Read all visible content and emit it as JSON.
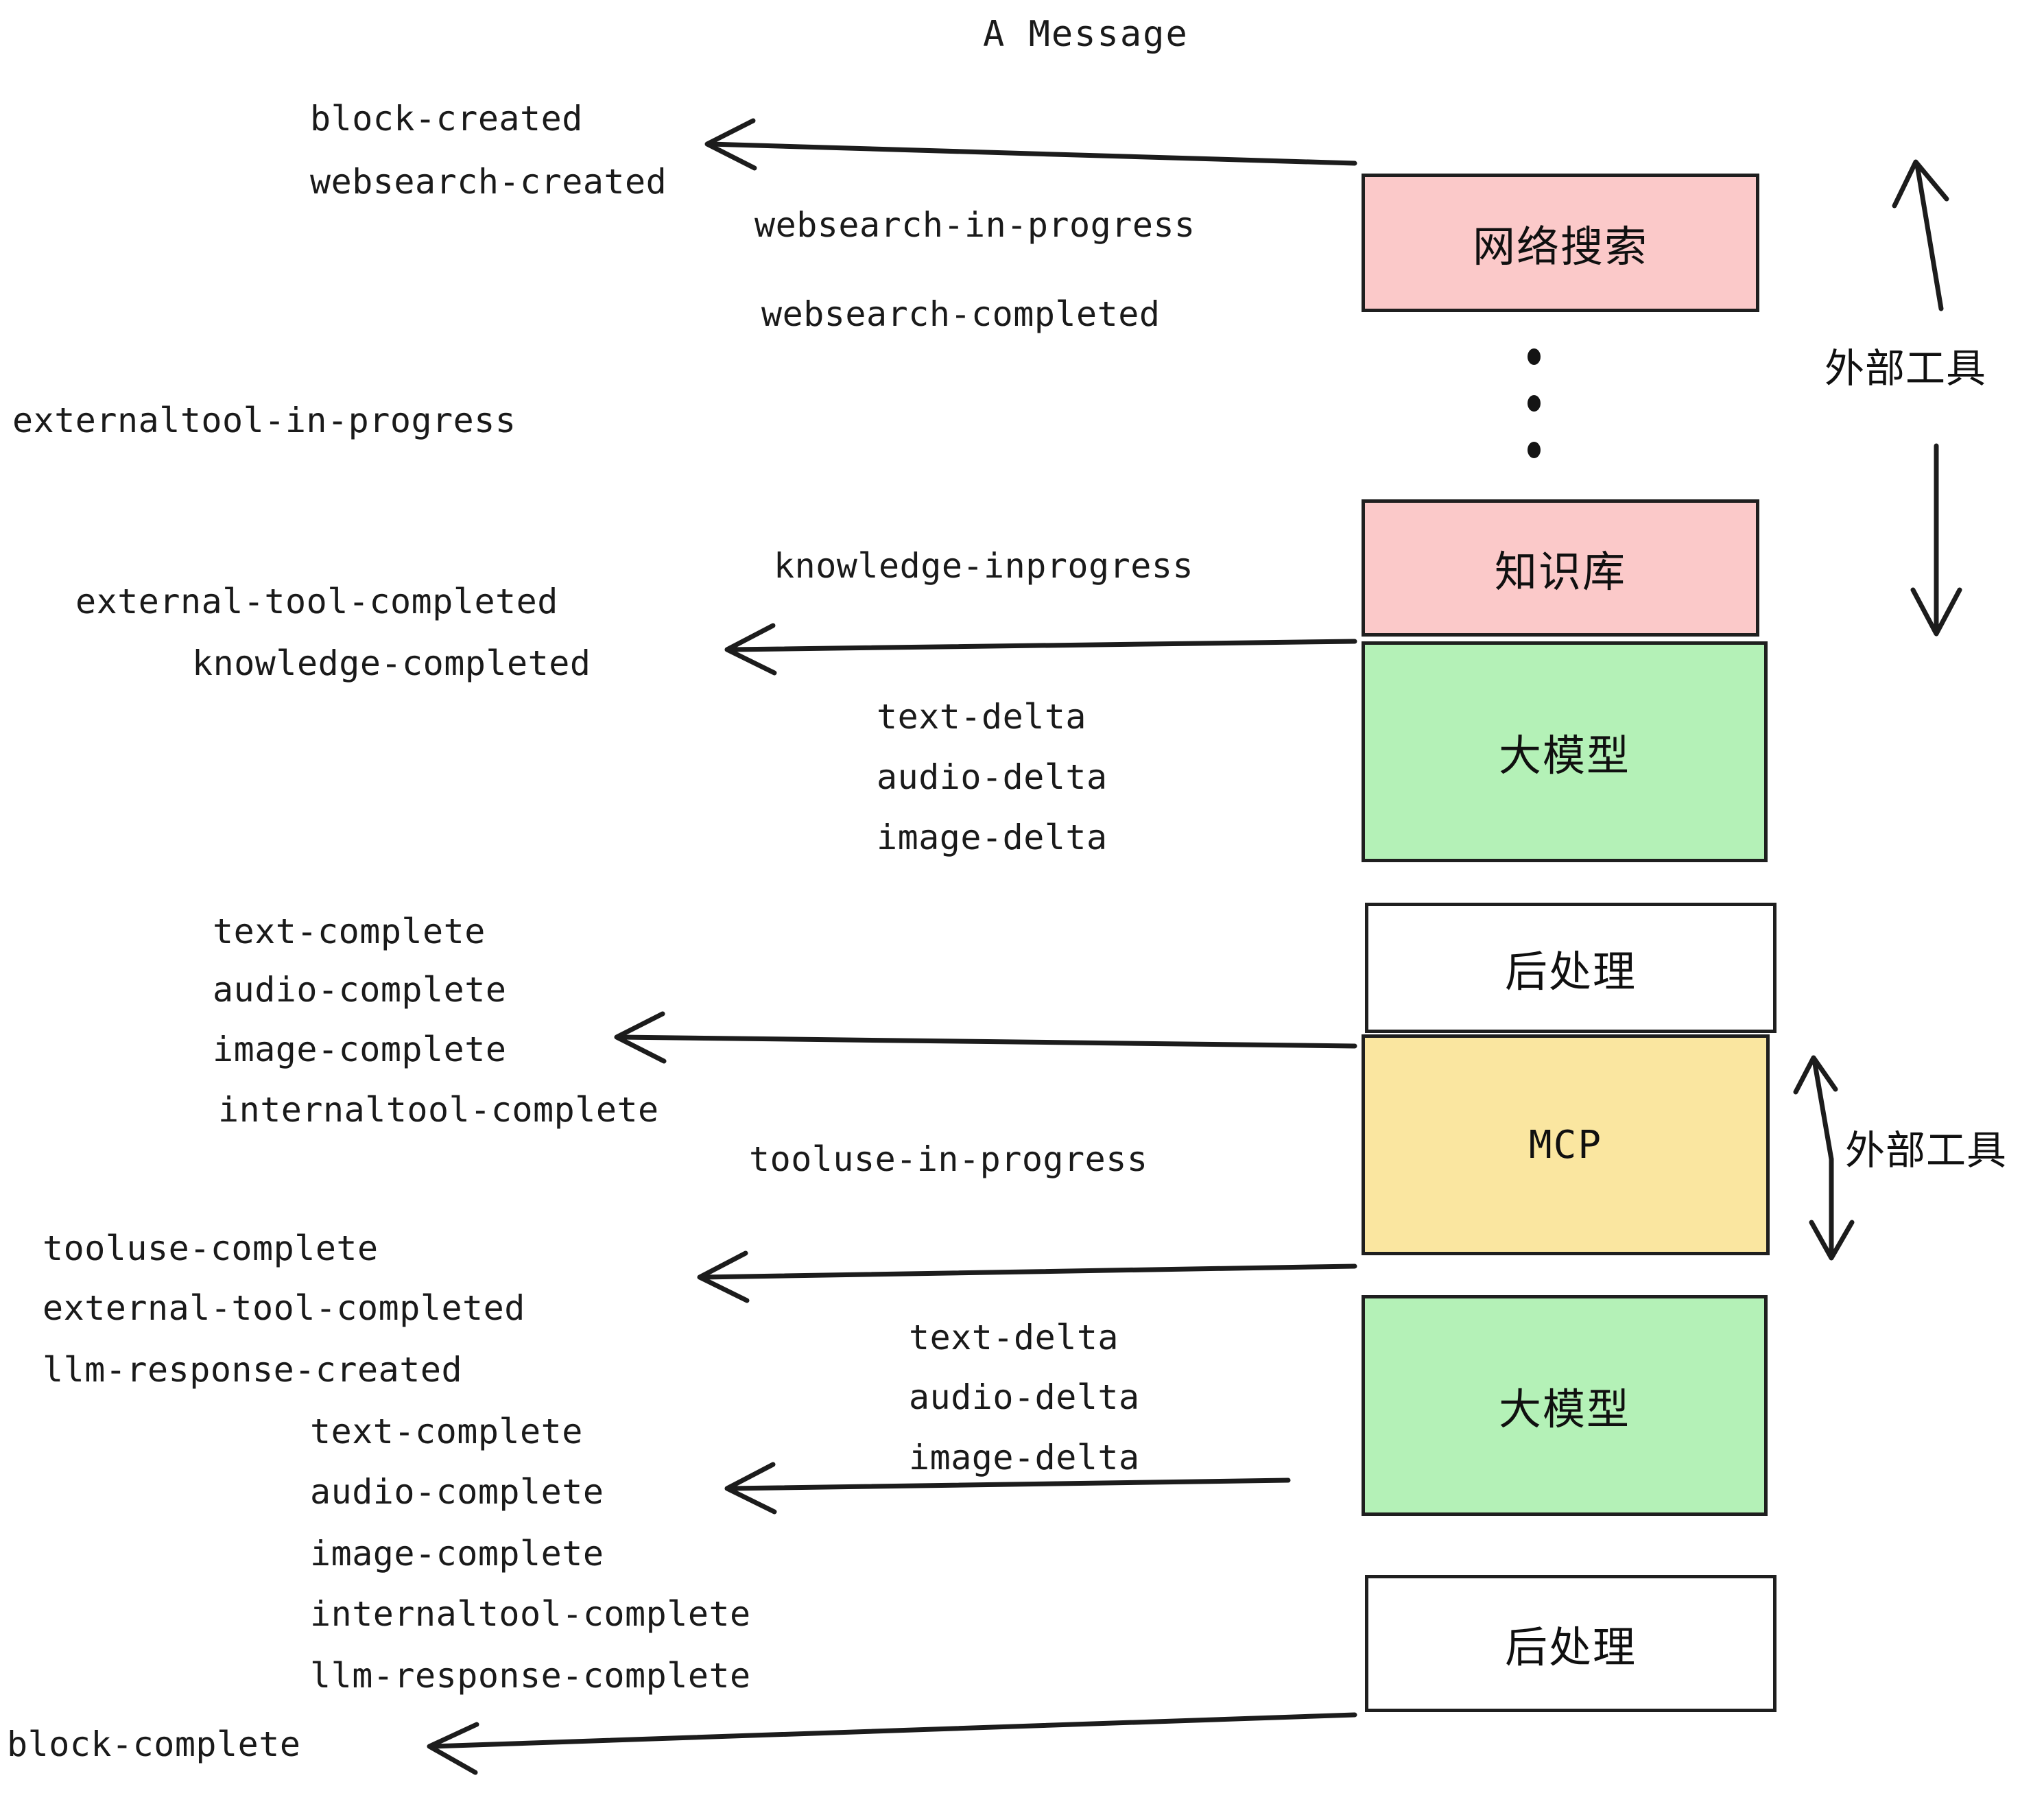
{
  "title": "A Message",
  "colors": {
    "pink": "#FBC9C9",
    "green": "#B4F1B7",
    "yellow": "#FAE6A0",
    "white": "#FFFFFF",
    "stroke": "#1F1F1F",
    "text": "#1A1A1A"
  },
  "nodes": [
    {
      "id": "websearch",
      "label": "网络搜索",
      "fill": "#FBC9C9"
    },
    {
      "id": "knowledge",
      "label": "知识库",
      "fill": "#FBC9C9"
    },
    {
      "id": "llm-1",
      "label": "大模型",
      "fill": "#B4F1B7"
    },
    {
      "id": "postproc-1",
      "label": "后处理",
      "fill": "#FFFFFF"
    },
    {
      "id": "mcp",
      "label": "MCP",
      "fill": "#FAE6A0"
    },
    {
      "id": "llm-2",
      "label": "大模型",
      "fill": "#B4F1B7"
    },
    {
      "id": "postproc-2",
      "label": "后处理",
      "fill": "#FFFFFF"
    }
  ],
  "group_labels": [
    {
      "id": "external-tools-top",
      "label": "外部工具"
    },
    {
      "id": "external-tools-bottom",
      "label": "外部工具"
    }
  ],
  "events": [
    {
      "id": "block-created",
      "label": "block-created"
    },
    {
      "id": "websearch-created",
      "label": "websearch-created"
    },
    {
      "id": "websearch-in-progress",
      "label": "websearch-in-progress"
    },
    {
      "id": "websearch-completed",
      "label": "websearch-completed"
    },
    {
      "id": "externaltool-in-progress",
      "label": "externaltool-in-progress"
    },
    {
      "id": "knowledge-inprogress",
      "label": "knowledge-inprogress"
    },
    {
      "id": "external-tool-completed-1",
      "label": "external-tool-completed"
    },
    {
      "id": "knowledge-completed",
      "label": "knowledge-completed"
    },
    {
      "id": "text-delta-1",
      "label": "text-delta"
    },
    {
      "id": "audio-delta-1",
      "label": "audio-delta"
    },
    {
      "id": "image-delta-1",
      "label": "image-delta"
    },
    {
      "id": "text-complete-1",
      "label": "text-complete"
    },
    {
      "id": "audio-complete-1",
      "label": "audio-complete"
    },
    {
      "id": "image-complete-1",
      "label": "image-complete"
    },
    {
      "id": "internaltool-complete-1",
      "label": "internaltool-complete"
    },
    {
      "id": "tooluse-in-progress",
      "label": "tooluse-in-progress"
    },
    {
      "id": "tooluse-complete",
      "label": "tooluse-complete"
    },
    {
      "id": "external-tool-completed-2",
      "label": "external-tool-completed"
    },
    {
      "id": "llm-response-created",
      "label": "llm-response-created"
    },
    {
      "id": "text-delta-2",
      "label": "text-delta"
    },
    {
      "id": "audio-delta-2",
      "label": "audio-delta"
    },
    {
      "id": "image-delta-2",
      "label": "image-delta"
    },
    {
      "id": "text-complete-2",
      "label": "text-complete"
    },
    {
      "id": "audio-complete-2",
      "label": "audio-complete"
    },
    {
      "id": "image-complete-2",
      "label": "image-complete"
    },
    {
      "id": "internaltool-complete-2",
      "label": "internaltool-complete"
    },
    {
      "id": "llm-response-complete",
      "label": "llm-response-complete"
    },
    {
      "id": "block-complete",
      "label": "block-complete"
    }
  ],
  "ellipsis": {
    "id": "vertical-ellipsis",
    "count": 3
  }
}
